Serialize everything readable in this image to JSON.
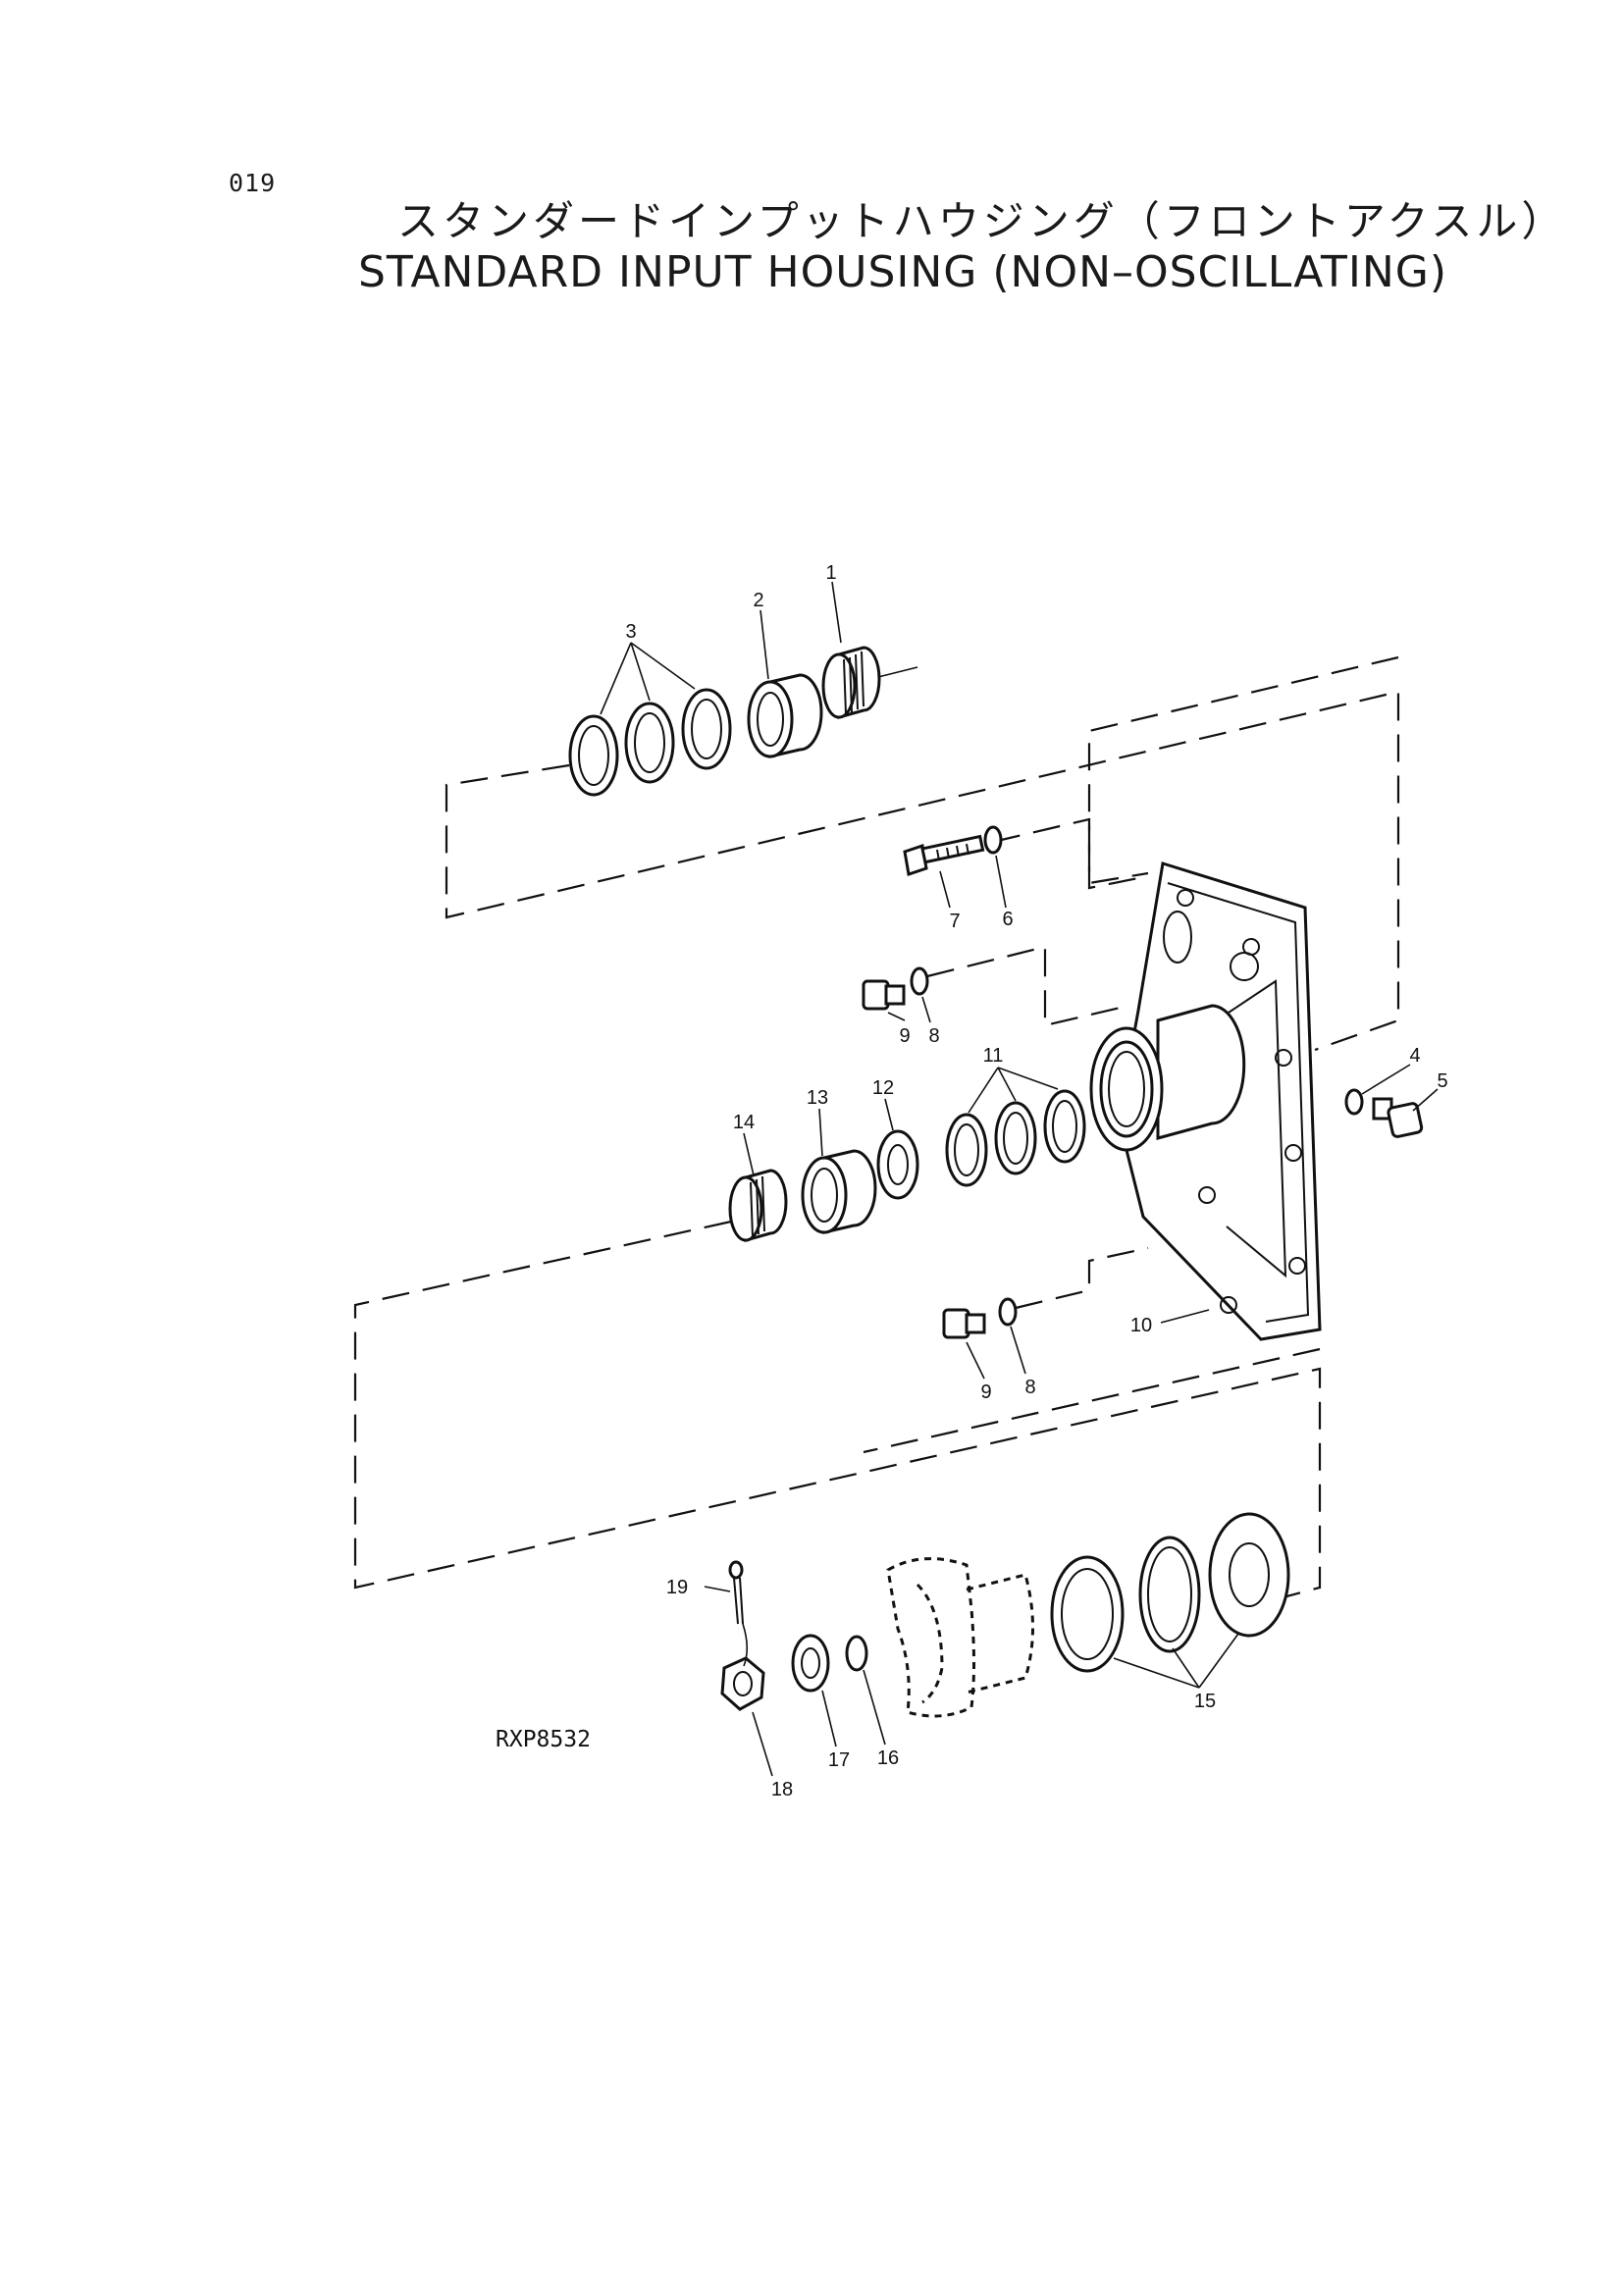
{
  "header": {
    "page_number": "019",
    "title_jp": "スタンダードインプットハウジング（フロントアクスル）",
    "title_en": "STANDARD INPUT HOUSING (NON–OSCILLATING)"
  },
  "diagram": {
    "drawing_code": "RXP8532",
    "callouts": [
      "1",
      "2",
      "3",
      "4",
      "5",
      "6",
      "7",
      "8",
      "9",
      "10",
      "11",
      "12",
      "13",
      "14",
      "15",
      "16",
      "17",
      "18",
      "19"
    ]
  }
}
